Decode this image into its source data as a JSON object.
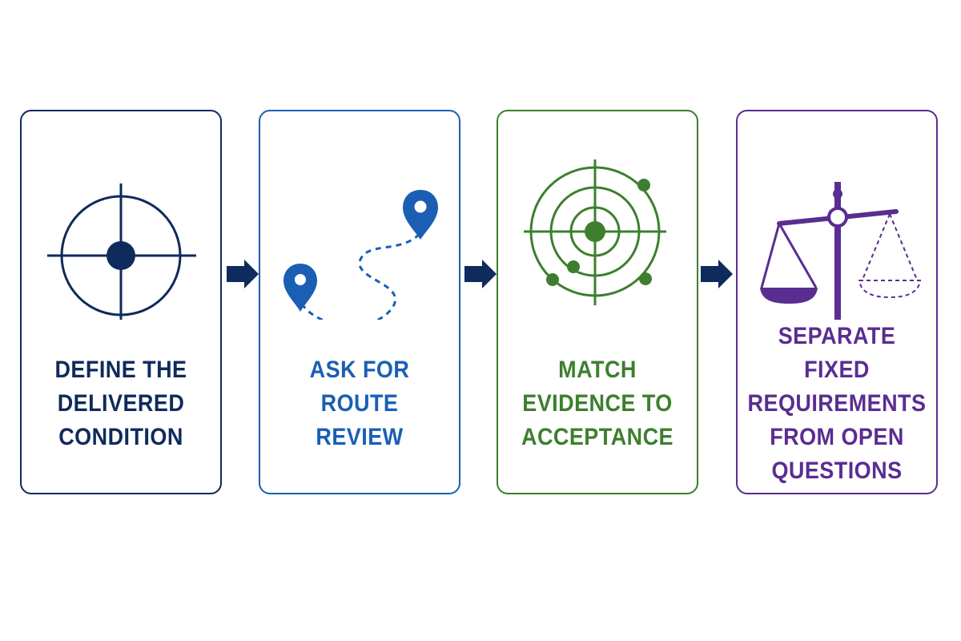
{
  "steps": [
    {
      "label": "DEFINE THE DELIVERED CONDITION",
      "color": "#0f2a5c",
      "icon": "crosshair-icon"
    },
    {
      "label": "ASK FOR ROUTE REVIEW",
      "color": "#1a5fb4",
      "icon": "route-map-icon"
    },
    {
      "label": "MATCH EVIDENCE TO ACCEPTANCE",
      "color": "#3d7f2e",
      "icon": "radar-target-icon"
    },
    {
      "label": "SEPARATE FIXED REQUIREMENTS FROM OPEN QUESTIONS",
      "color": "#5a2d91",
      "icon": "balance-scale-icon"
    }
  ],
  "arrow_color": "#0f2a5c"
}
